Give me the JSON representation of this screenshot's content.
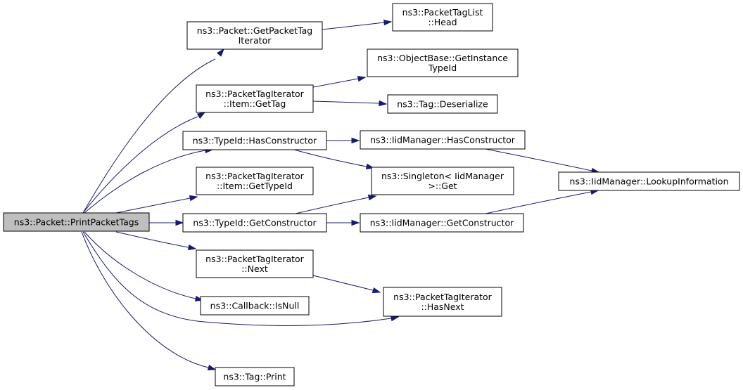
{
  "colors": {
    "edge": "#191970",
    "root_fill": "#bfbfbf",
    "node_fill": "#ffffff",
    "node_border": "#000000"
  },
  "nodes": {
    "print_packet_tags": {
      "lines": [
        "ns3::Packet::PrintPacketTags"
      ]
    },
    "get_packet_tag_iterator": {
      "lines": [
        "ns3::Packet::GetPacketTag",
        "Iterator"
      ]
    },
    "packet_tag_list_head": {
      "lines": [
        "ns3::PacketTagList",
        "::Head"
      ]
    },
    "item_get_tag": {
      "lines": [
        "ns3::PacketTagIterator",
        "::Item::GetTag"
      ]
    },
    "get_instance_typeid": {
      "lines": [
        "ns3::ObjectBase::GetInstance",
        "TypeId"
      ]
    },
    "tag_deserialize": {
      "lines": [
        "ns3::Tag::Deserialize"
      ]
    },
    "typeid_has_constructor": {
      "lines": [
        "ns3::TypeId::HasConstructor"
      ]
    },
    "iidmanager_has_constructor": {
      "lines": [
        "ns3::IidManager::HasConstructor"
      ]
    },
    "singleton_get": {
      "lines": [
        "ns3::Singleton< IidManager",
        ">::Get"
      ]
    },
    "lookup_information": {
      "lines": [
        "ns3::IidManager::LookupInformation"
      ]
    },
    "item_get_typeid": {
      "lines": [
        "ns3::PacketTagIterator",
        "::Item::GetTypeId"
      ]
    },
    "typeid_get_constructor": {
      "lines": [
        "ns3::TypeId::GetConstructor"
      ]
    },
    "iidmanager_get_constructor": {
      "lines": [
        "ns3::IidManager::GetConstructor"
      ]
    },
    "iterator_next": {
      "lines": [
        "ns3::PacketTagIterator",
        "::Next"
      ]
    },
    "callback_isnull": {
      "lines": [
        "ns3::Callback::IsNull"
      ]
    },
    "iterator_has_next": {
      "lines": [
        "ns3::PacketTagIterator",
        "::HasNext"
      ]
    },
    "tag_print": {
      "lines": [
        "ns3::Tag::Print"
      ]
    }
  },
  "edges": [
    [
      "print_packet_tags",
      "get_packet_tag_iterator"
    ],
    [
      "print_packet_tags",
      "item_get_tag"
    ],
    [
      "print_packet_tags",
      "typeid_has_constructor"
    ],
    [
      "print_packet_tags",
      "item_get_typeid"
    ],
    [
      "print_packet_tags",
      "typeid_get_constructor"
    ],
    [
      "print_packet_tags",
      "iterator_next"
    ],
    [
      "print_packet_tags",
      "callback_isnull"
    ],
    [
      "print_packet_tags",
      "iterator_has_next"
    ],
    [
      "print_packet_tags",
      "tag_print"
    ],
    [
      "get_packet_tag_iterator",
      "packet_tag_list_head"
    ],
    [
      "item_get_tag",
      "get_instance_typeid"
    ],
    [
      "item_get_tag",
      "tag_deserialize"
    ],
    [
      "typeid_has_constructor",
      "iidmanager_has_constructor"
    ],
    [
      "typeid_has_constructor",
      "singleton_get"
    ],
    [
      "typeid_get_constructor",
      "singleton_get"
    ],
    [
      "typeid_get_constructor",
      "iidmanager_get_constructor"
    ],
    [
      "iidmanager_has_constructor",
      "lookup_information"
    ],
    [
      "iidmanager_get_constructor",
      "lookup_information"
    ],
    [
      "iterator_next",
      "iterator_has_next"
    ]
  ]
}
